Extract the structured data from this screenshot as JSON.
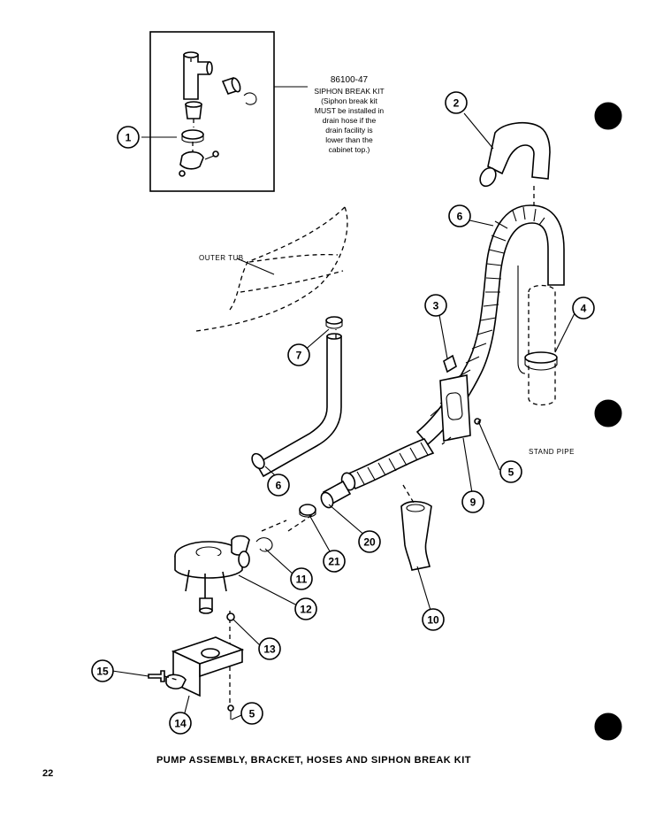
{
  "kit": {
    "part_number": "86100-47",
    "text_lines": [
      "SIPHON BREAK KIT",
      "(Siphon break kit",
      "MUST be installed in",
      "drain hose if the",
      "drain facility is",
      "lower than the",
      "cabinet top.)"
    ]
  },
  "labels": {
    "outer_tub": "OUTER TUB",
    "stand_pipe": "STAND PIPE"
  },
  "callouts": [
    {
      "id": "c1",
      "num": "1"
    },
    {
      "id": "c2",
      "num": "2"
    },
    {
      "id": "c3",
      "num": "3"
    },
    {
      "id": "c4",
      "num": "4"
    },
    {
      "id": "c5a",
      "num": "5"
    },
    {
      "id": "c5b",
      "num": "5"
    },
    {
      "id": "c6a",
      "num": "6"
    },
    {
      "id": "c6b",
      "num": "6"
    },
    {
      "id": "c7",
      "num": "7"
    },
    {
      "id": "c9",
      "num": "9"
    },
    {
      "id": "c10",
      "num": "10"
    },
    {
      "id": "c11",
      "num": "11"
    },
    {
      "id": "c12",
      "num": "12"
    },
    {
      "id": "c13",
      "num": "13"
    },
    {
      "id": "c14",
      "num": "14"
    },
    {
      "id": "c15",
      "num": "15"
    },
    {
      "id": "c20",
      "num": "20"
    },
    {
      "id": "c21",
      "num": "21"
    }
  ],
  "caption": "PUMP ASSEMBLY, BRACKET, HOSES AND SIPHON BREAK KIT",
  "page_number": "22"
}
